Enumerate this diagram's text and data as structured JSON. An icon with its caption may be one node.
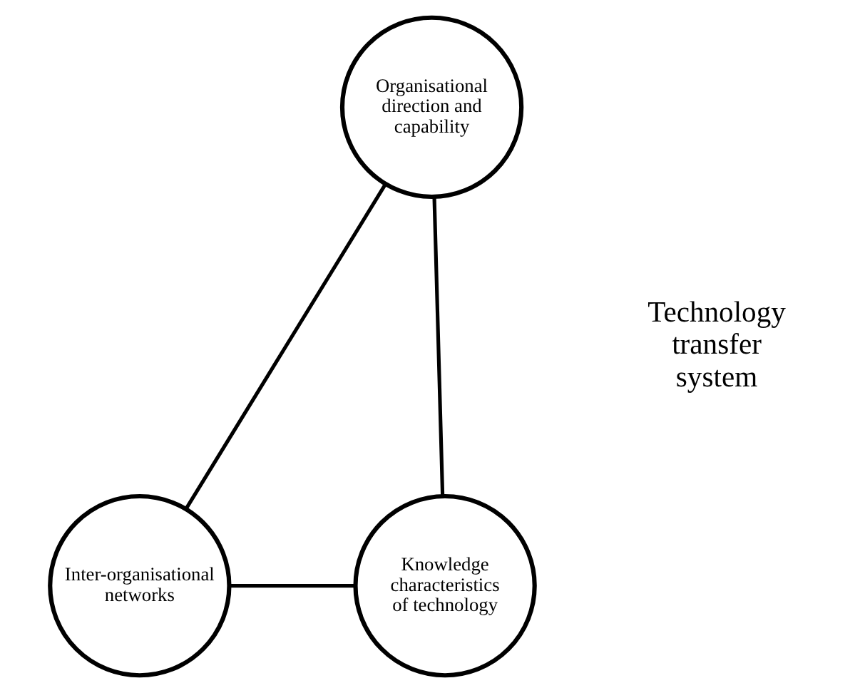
{
  "diagram": {
    "nodes": [
      {
        "text": [
          "Organisational direction and capability"
        ]
      },
      {
        "text": [
          "Inter-organisational networks"
        ]
      },
      {
        "text": [
          "Knowledge characteristics of technology"
        ]
      }
    ],
    "edges": [
      {
        "from": 0,
        "to": 1,
        "arrow": "none"
      },
      {
        "from": 0,
        "to": 2,
        "arrow": "none"
      },
      {
        "from": 1,
        "to": 2,
        "arrow": "none"
      }
    ],
    "labels": [
      "Technology transfer system"
    ]
  }
}
